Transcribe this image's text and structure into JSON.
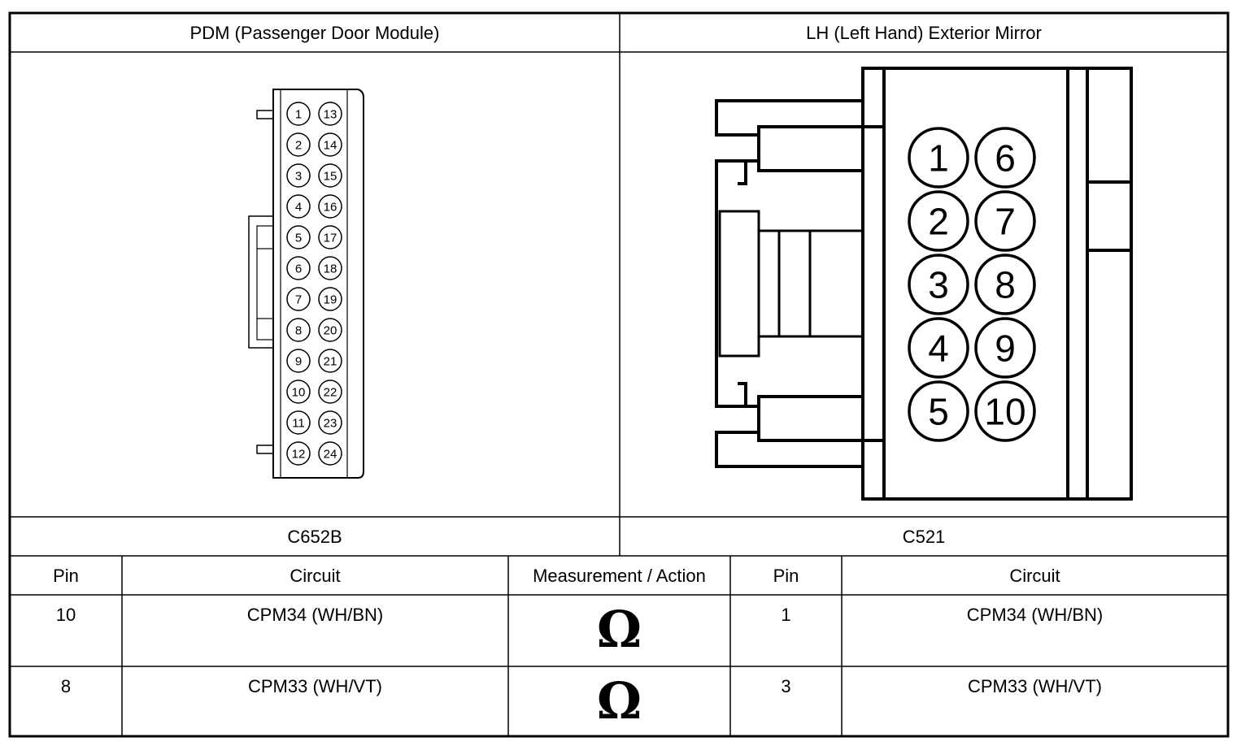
{
  "left_connector": {
    "title": "PDM (Passenger Door Module)",
    "code": "C652B",
    "pins_col1": [
      "1",
      "2",
      "3",
      "4",
      "5",
      "6",
      "7",
      "8",
      "9",
      "10",
      "11",
      "12"
    ],
    "pins_col2": [
      "13",
      "14",
      "15",
      "16",
      "17",
      "18",
      "19",
      "20",
      "21",
      "22",
      "23",
      "24"
    ]
  },
  "right_connector": {
    "title": "LH (Left Hand) Exterior Mirror",
    "code": "C521",
    "pins_col1": [
      "1",
      "2",
      "3",
      "4",
      "5"
    ],
    "pins_col2": [
      "6",
      "7",
      "8",
      "9",
      "10"
    ]
  },
  "table": {
    "headers": [
      "Pin",
      "Circuit",
      "Measurement / Action",
      "Pin",
      "Circuit"
    ],
    "rows": [
      {
        "pin_a": "10",
        "circuit_a": "CPM34 (WH/BN)",
        "action": "Ω",
        "pin_b": "1",
        "circuit_b": "CPM34 (WH/BN)"
      },
      {
        "pin_a": "8",
        "circuit_a": "CPM33 (WH/VT)",
        "action": "Ω",
        "pin_b": "3",
        "circuit_b": "CPM33 (WH/VT)"
      }
    ]
  }
}
